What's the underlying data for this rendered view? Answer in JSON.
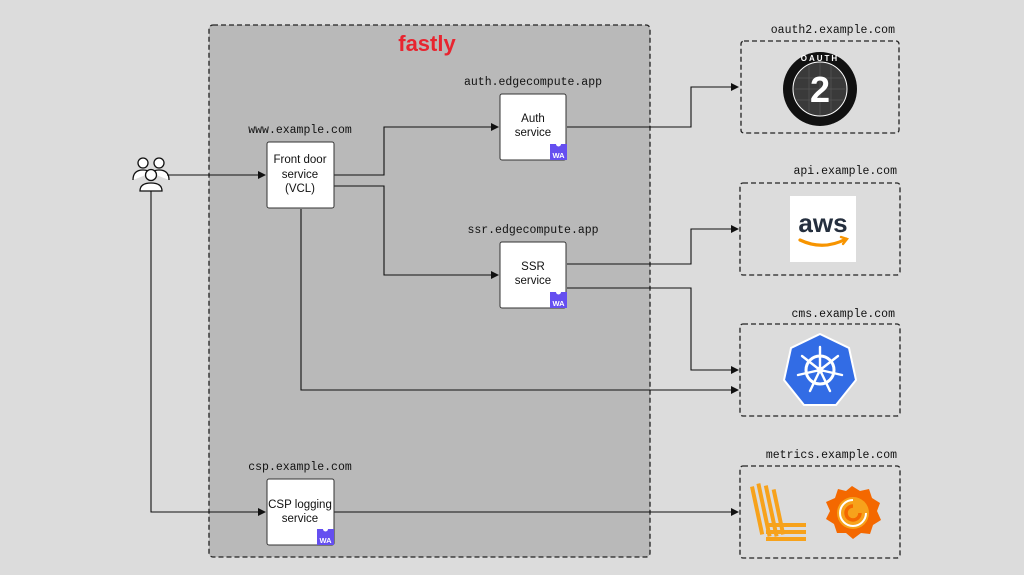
{
  "brand": {
    "logo_text": "fastly"
  },
  "services": {
    "front_door": {
      "domain": "www.example.com",
      "lines": [
        "Front door",
        "service",
        "(VCL)"
      ]
    },
    "auth": {
      "domain": "auth.edgecompute.app",
      "lines": [
        "Auth",
        "service"
      ],
      "badge": "WA"
    },
    "ssr": {
      "domain": "ssr.edgecompute.app",
      "lines": [
        "SSR",
        "service"
      ],
      "badge": "WA"
    },
    "csp": {
      "domain": "csp.example.com",
      "lines": [
        "CSP logging",
        "service"
      ],
      "badge": "WA"
    }
  },
  "backends": {
    "oauth2": {
      "domain": "oauth2.example.com",
      "logo_ring_text": "OAUTH",
      "logo_number": "2"
    },
    "api": {
      "domain": "api.example.com",
      "logo_text": "aws"
    },
    "cms": {
      "domain": "cms.example.com"
    },
    "metrics": {
      "domain": "metrics.example.com"
    }
  },
  "icons": {
    "users": "users-icon",
    "oauth": "oauth2-logo-icon",
    "aws": "aws-logo-icon",
    "kubernetes": "kubernetes-logo-icon",
    "prometheus": "prometheus-logo-icon",
    "grafana": "grafana-logo-icon"
  },
  "colors": {
    "background": "#dcdcdc",
    "fastly_panel": "#b9b9b9",
    "fastly_red": "#e8242f",
    "wasm_purple": "#654ff0",
    "k8s_blue": "#326ce5",
    "aws_orange": "#f79400",
    "grafana_orange": "#f46800"
  }
}
